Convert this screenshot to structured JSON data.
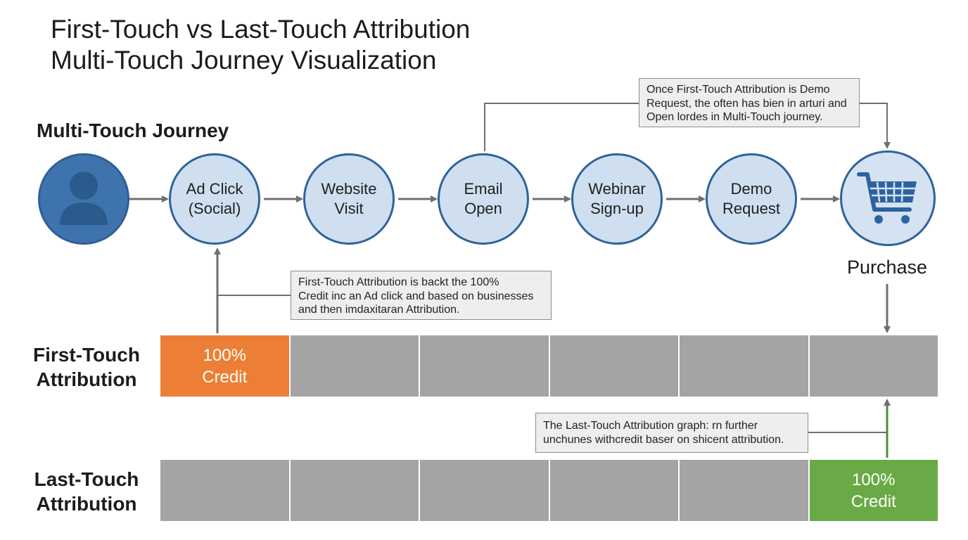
{
  "title": {
    "line1": "First-Touch vs Last-Touch Attribution",
    "line2": "Multi-Touch Journey Visualization"
  },
  "journey": {
    "heading": "Multi-Touch Journey",
    "steps": [
      {
        "label": "",
        "icon": "user-icon"
      },
      {
        "label": "Ad Click\n(Social)"
      },
      {
        "label": "Website\nVisit"
      },
      {
        "label": "Email\nOpen"
      },
      {
        "label": "Webinar\nSign-up"
      },
      {
        "label": "Demo\nRequest"
      },
      {
        "label": "",
        "icon": "shopping-cart-icon"
      }
    ],
    "purchase_label": "Purchase"
  },
  "callouts": {
    "top": "Once First-Touch Attribution is Demo\nRequest, the often has bien in arturi and\nOpen lordes in Multi-Touch journey.",
    "first_touch": "First-Touch Attribution is backt the 100%\nCredit inc an Ad click and based on businesses\nand then imdaxitaran Attribution.",
    "last_touch": "The Last-Touch Attribution graph: rn further\nunchunes withcredit baser on shicent attribution."
  },
  "first_touch": {
    "label": "First-Touch\nAttribution",
    "segments": [
      "100%\nCredit",
      "",
      "",
      "",
      "",
      ""
    ],
    "credited_index": 0,
    "credit_color": "#ec7f35"
  },
  "last_touch": {
    "label": "Last-Touch\nAttribution",
    "segments": [
      "",
      "",
      "",
      "",
      "",
      "100%\nCredit"
    ],
    "credited_index": 5,
    "credit_color": "#6aaa46"
  },
  "colors": {
    "node_fill": "#cfdff0",
    "node_border": "#2f639a",
    "neutral_segment": "#a4a4a4",
    "connector": "#6f6f6f"
  }
}
